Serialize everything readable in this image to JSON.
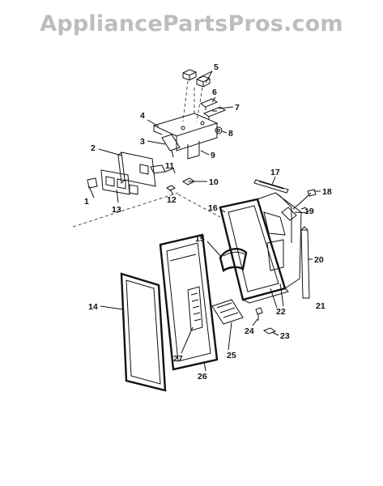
{
  "watermark": "AppliancePartsPros.com",
  "parts": [
    {
      "id": "p1",
      "label": "1"
    },
    {
      "id": "p2",
      "label": "2"
    },
    {
      "id": "p3",
      "label": "3"
    },
    {
      "id": "p4",
      "label": "4"
    },
    {
      "id": "p5",
      "label": "5"
    },
    {
      "id": "p6",
      "label": "6"
    },
    {
      "id": "p7",
      "label": "7"
    },
    {
      "id": "p8",
      "label": "8"
    },
    {
      "id": "p9",
      "label": "9"
    },
    {
      "id": "p10",
      "label": "10"
    },
    {
      "id": "p11",
      "label": "11"
    },
    {
      "id": "p12",
      "label": "12"
    },
    {
      "id": "p13",
      "label": "13"
    },
    {
      "id": "p14",
      "label": "14"
    },
    {
      "id": "p15",
      "label": "15"
    },
    {
      "id": "p16",
      "label": "16"
    },
    {
      "id": "p17",
      "label": "17"
    },
    {
      "id": "p18",
      "label": "18"
    },
    {
      "id": "p19",
      "label": "19"
    },
    {
      "id": "p20",
      "label": "20"
    },
    {
      "id": "p21",
      "label": "21"
    },
    {
      "id": "p22",
      "label": "22"
    },
    {
      "id": "p23",
      "label": "23"
    },
    {
      "id": "p24",
      "label": "24"
    },
    {
      "id": "p25",
      "label": "25"
    },
    {
      "id": "p26",
      "label": "26"
    },
    {
      "id": "p27",
      "label": "27"
    }
  ]
}
